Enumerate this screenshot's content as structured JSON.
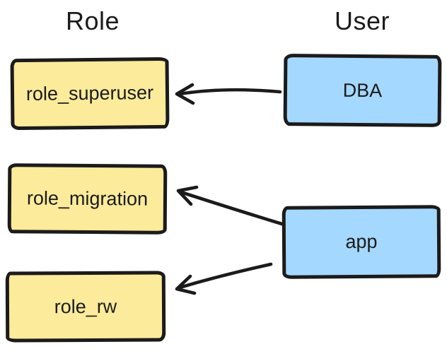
{
  "diagram": {
    "columns": [
      {
        "id": "role",
        "title": "Role"
      },
      {
        "id": "user",
        "title": "User"
      }
    ],
    "nodes": [
      {
        "id": "role_superuser",
        "label": "role_superuser",
        "type": "role"
      },
      {
        "id": "role_migration",
        "label": "role_migration",
        "type": "role"
      },
      {
        "id": "role_rw",
        "label": "role_rw",
        "type": "role"
      },
      {
        "id": "DBA",
        "label": "DBA",
        "type": "user"
      },
      {
        "id": "app",
        "label": "app",
        "type": "user"
      }
    ],
    "edges": [
      {
        "from": "DBA",
        "to": "role_superuser"
      },
      {
        "from": "app",
        "to": "role_migration"
      },
      {
        "from": "app",
        "to": "role_rw"
      }
    ],
    "colors": {
      "role_fill": "#fbeb9b",
      "user_fill": "#a5d8ff",
      "stroke": "#1b1b1b",
      "background": "#ffffff"
    }
  }
}
